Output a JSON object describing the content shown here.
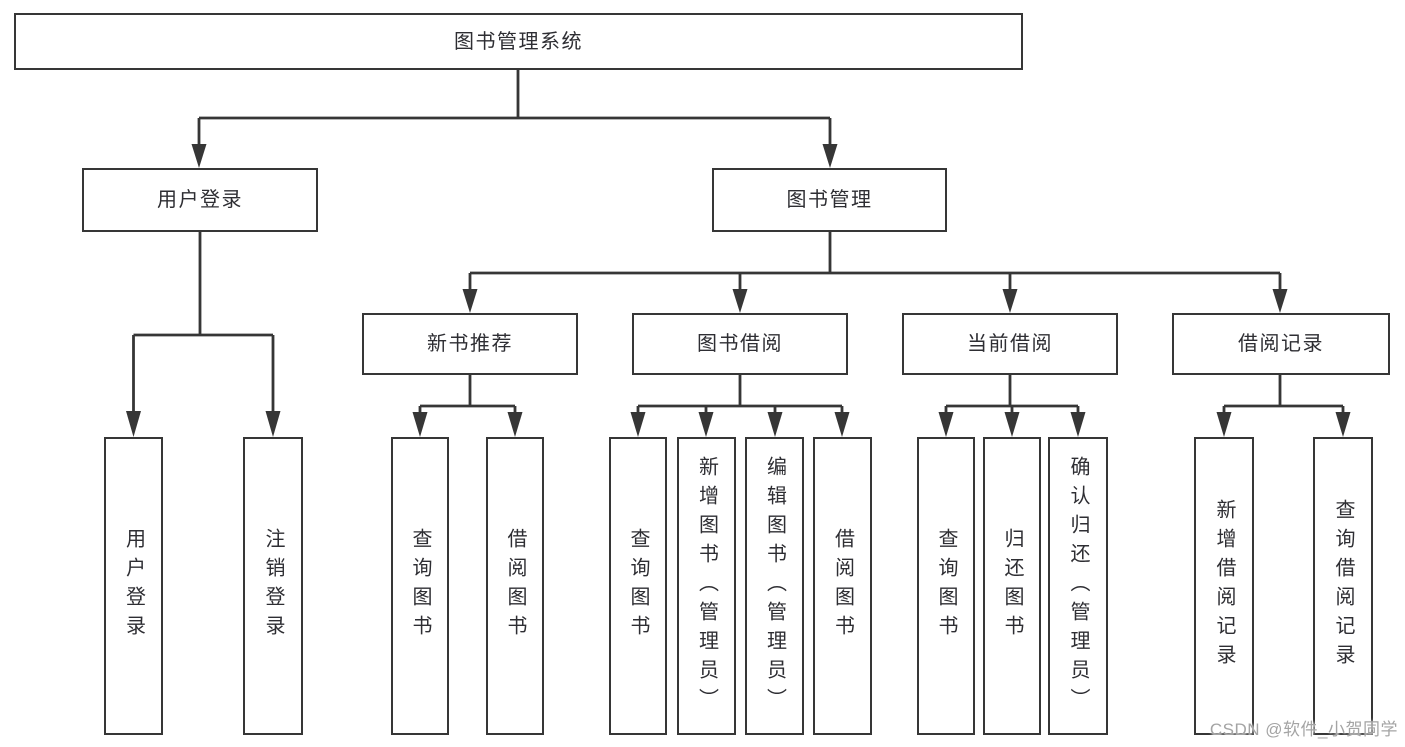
{
  "diagram": {
    "root": {
      "label": "图书管理系统"
    },
    "branches": [
      {
        "label": "用户登录",
        "children": [
          {
            "label": "用户登录"
          },
          {
            "label": "注销登录"
          }
        ]
      },
      {
        "label": "图书管理",
        "children": [
          {
            "label": "新书推荐",
            "children": [
              {
                "label": "查询图书"
              },
              {
                "label": "借阅图书"
              }
            ]
          },
          {
            "label": "图书借阅",
            "children": [
              {
                "label": "查询图书"
              },
              {
                "label": "新增图书（管理员）"
              },
              {
                "label": "编辑图书（管理员）"
              },
              {
                "label": "借阅图书"
              }
            ]
          },
          {
            "label": "当前借阅",
            "children": [
              {
                "label": "查询图书"
              },
              {
                "label": "归还图书"
              },
              {
                "label": "确认归还（管理员）"
              }
            ]
          },
          {
            "label": "借阅记录",
            "children": [
              {
                "label": "新增借阅记录"
              },
              {
                "label": "查询借阅记录"
              }
            ]
          }
        ]
      }
    ]
  },
  "watermark": {
    "text": "CSDN @软件_小贺同学"
  },
  "colors": {
    "line": "#363636",
    "box_border": "#363636",
    "box_fill": "#ffffff",
    "text": "#2e2e33",
    "watermark": "#a4a4a4",
    "background": "#ffffff"
  }
}
